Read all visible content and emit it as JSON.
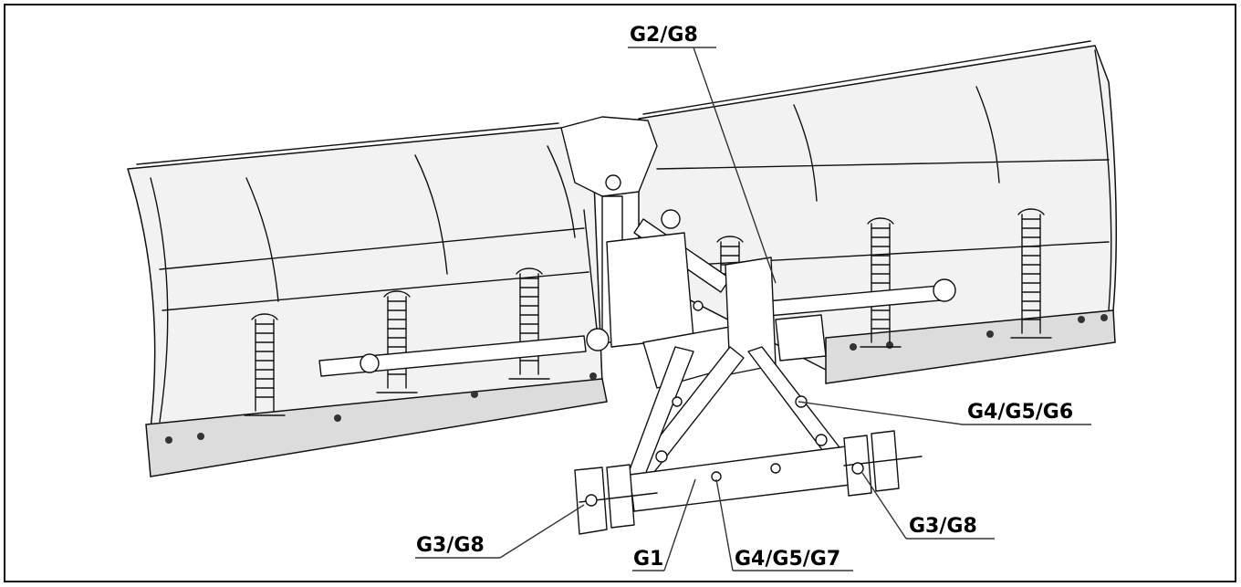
{
  "labels": {
    "g2_g8": "G2/G8",
    "g4_g5_g6": "G4/G5/G6",
    "g3_g8_right": "G3/G8",
    "g3_g8_left": "G3/G8",
    "g1": "G1",
    "g4_g5_g7": "G4/G5/G7"
  }
}
